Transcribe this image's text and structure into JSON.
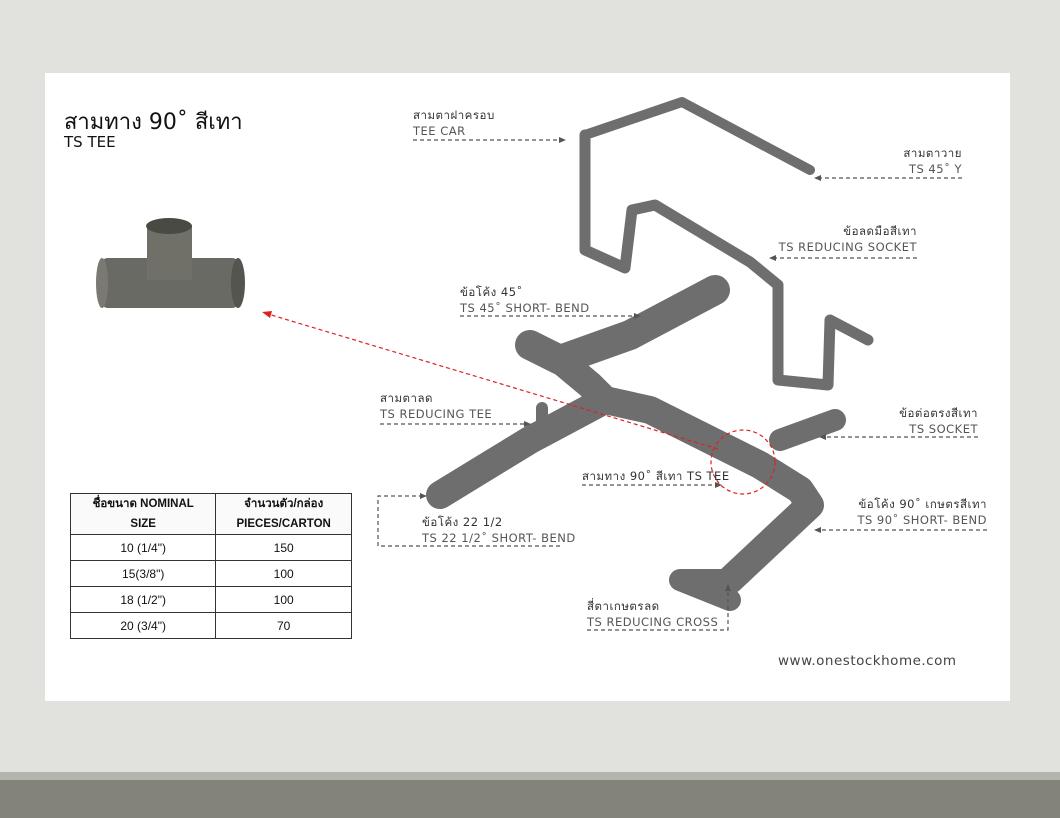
{
  "title": "สามทาง 90˚ สีเทา",
  "subtitle": "TS TEE",
  "table": {
    "headers": [
      [
        "ชื่อขนาด NOMINAL",
        "SIZE"
      ],
      [
        "จำนวนตัว/กล่อง",
        "PIECES/CARTON"
      ]
    ],
    "rows": [
      [
        "10 (1/4\")",
        "150"
      ],
      [
        "15(3/8\")",
        "100"
      ],
      [
        "18 (1/2\")",
        "100"
      ],
      [
        "20 (3/4\")",
        "70"
      ]
    ]
  },
  "labels": {
    "tee_car": {
      "th": "สามตาฝาครอบ",
      "en": "TEE CAR"
    },
    "y45": {
      "th": "สามตาวาย",
      "en": "TS 45˚ Y"
    },
    "reducing_socket": {
      "th": "ข้อลดมือสีเทา",
      "en": "TS REDUCING SOCKET"
    },
    "bend45": {
      "th": "ข้อโค้ง 45˚",
      "en": "TS 45˚ SHORT- BEND"
    },
    "reducing_tee": {
      "th": "สามตาลด",
      "en": "TS REDUCING TEE"
    },
    "socket": {
      "th": "ข้อต่อตรงสีเทา",
      "en": "TS SOCKET"
    },
    "tee90": {
      "th": "สามทาง 90˚ สีเทา TS TEE"
    },
    "bend90": {
      "th": "ข้อโค้ง 90˚ เกษตรสีเทา",
      "en": "TS 90˚ SHORT- BEND"
    },
    "bend22": {
      "th": "ข้อโค้ง 22 1/2",
      "en": "TS 22 1/2˚ SHORT- BEND"
    },
    "reducing_cross": {
      "th": "สี่ตาเกษตรลด",
      "en": "TS REDUCING CROSS"
    }
  },
  "website": "www.onestockhome.com",
  "colors": {
    "pipe": "#6e6e6e",
    "highlight": "#e02020"
  }
}
